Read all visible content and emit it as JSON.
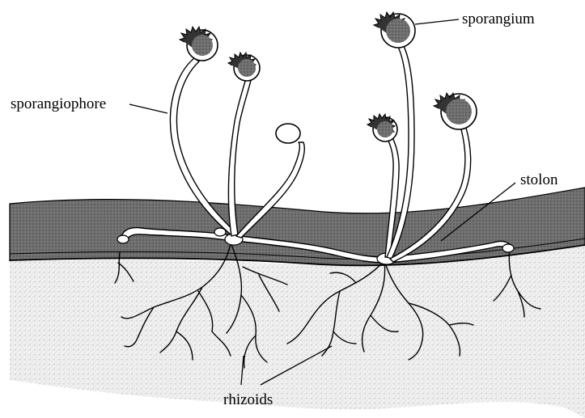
{
  "labels": {
    "sporangium": "sporangium",
    "sporangiophore": "sporangiophore",
    "stolon": "stolon",
    "rhizoids": "rhizoids"
  }
}
